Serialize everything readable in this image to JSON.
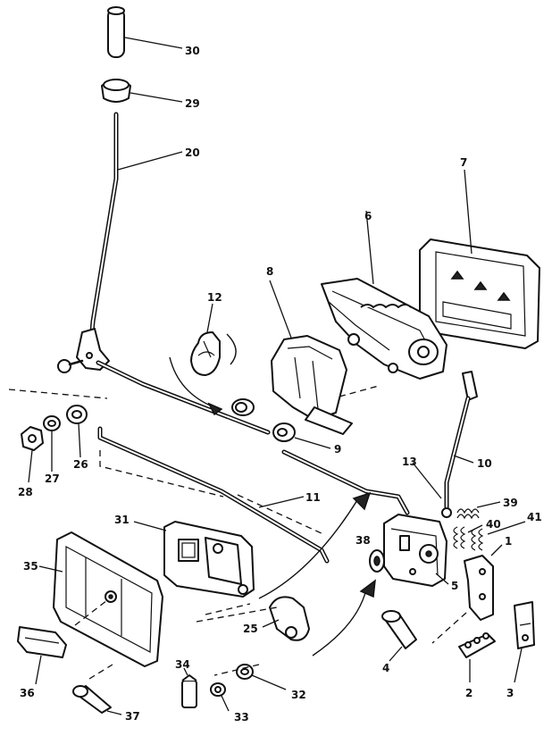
{
  "diagram": {
    "callouts": [
      {
        "id": "30",
        "label": "30"
      },
      {
        "id": "29",
        "label": "29"
      },
      {
        "id": "20",
        "label": "20"
      },
      {
        "id": "7",
        "label": "7"
      },
      {
        "id": "6",
        "label": "6"
      },
      {
        "id": "8",
        "label": "8"
      },
      {
        "id": "12",
        "label": "12"
      },
      {
        "id": "9",
        "label": "9"
      },
      {
        "id": "10",
        "label": "10"
      },
      {
        "id": "13",
        "label": "13"
      },
      {
        "id": "39",
        "label": "39"
      },
      {
        "id": "40",
        "label": "40"
      },
      {
        "id": "41",
        "label": "41"
      },
      {
        "id": "1",
        "label": "1"
      },
      {
        "id": "38",
        "label": "38"
      },
      {
        "id": "5",
        "label": "5"
      },
      {
        "id": "11",
        "label": "11"
      },
      {
        "id": "31",
        "label": "31"
      },
      {
        "id": "35",
        "label": "35"
      },
      {
        "id": "25",
        "label": "25"
      },
      {
        "id": "4",
        "label": "4"
      },
      {
        "id": "2",
        "label": "2"
      },
      {
        "id": "3",
        "label": "3"
      },
      {
        "id": "28",
        "label": "28"
      },
      {
        "id": "27",
        "label": "27"
      },
      {
        "id": "26",
        "label": "26"
      },
      {
        "id": "36",
        "label": "36"
      },
      {
        "id": "34",
        "label": "34"
      },
      {
        "id": "32",
        "label": "32"
      },
      {
        "id": "33",
        "label": "33"
      },
      {
        "id": "37",
        "label": "37"
      }
    ]
  }
}
